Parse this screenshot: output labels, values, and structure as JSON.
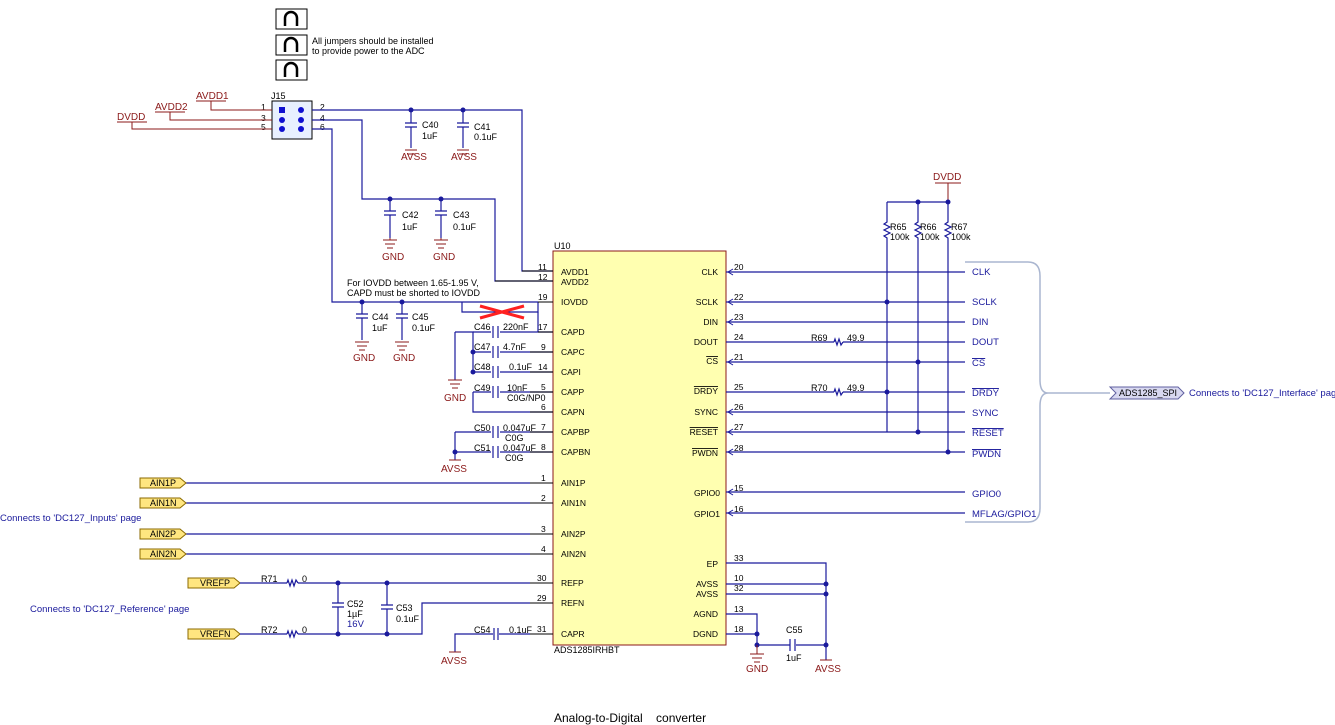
{
  "jumpers": {
    "note_line1": "All jumpers should be installed",
    "note_line2": "to provide power to the ADC",
    "ref": "J15",
    "pins": [
      "1",
      "2",
      "3",
      "4",
      "5",
      "6"
    ]
  },
  "power": {
    "avdd1": "AVDD1",
    "avdd2": "AVDD2",
    "dvdd_left": "DVDD",
    "dvdd_top": "DVDD",
    "avss": "AVSS",
    "gnd": "GND"
  },
  "caps": {
    "c40": {
      "ref": "C40",
      "val": "1uF"
    },
    "c41": {
      "ref": "C41",
      "val": "0.1uF"
    },
    "c42": {
      "ref": "C42",
      "val": "1uF"
    },
    "c43": {
      "ref": "C43",
      "val": "0.1uF"
    },
    "c44": {
      "ref": "C44",
      "val": "1uF"
    },
    "c45": {
      "ref": "C45",
      "val": "0.1uF"
    },
    "c46": {
      "ref": "C46",
      "val": "220nF"
    },
    "c47": {
      "ref": "C47",
      "val": "4.7nF"
    },
    "c48": {
      "ref": "C48",
      "val": "0.1uF"
    },
    "c49": {
      "ref": "C49",
      "val": "10nF",
      "val2": "C0G/NP0"
    },
    "c50": {
      "ref": "C50",
      "val": "0.047uF",
      "val2": "C0G"
    },
    "c51": {
      "ref": "C51",
      "val": "0.047uF",
      "val2": "C0G"
    },
    "c52": {
      "ref": "C52",
      "val": "1µF",
      "val2": "16V"
    },
    "c53": {
      "ref": "C53",
      "val": "0.1uF"
    },
    "c54": {
      "ref": "C54",
      "val": "0.1uF"
    },
    "c55": {
      "ref": "C55",
      "val": "1uF"
    }
  },
  "resistors": {
    "r65": {
      "ref": "R65",
      "val": "100k"
    },
    "r66": {
      "ref": "R66",
      "val": "100k"
    },
    "r67": {
      "ref": "R67",
      "val": "100k"
    },
    "r69": {
      "ref": "R69",
      "val": "49.9"
    },
    "r70": {
      "ref": "R70",
      "val": "49.9"
    },
    "r71": {
      "ref": "R71",
      "val": "0"
    },
    "r72": {
      "ref": "R72",
      "val": "0"
    }
  },
  "iovdd_note": {
    "line1": "For IOVDD between 1.65-1.95 V,",
    "line2": "CAPD must be shorted to IOVDD"
  },
  "ic": {
    "ref": "U10",
    "part": "ADS1285IRHBT",
    "left_pins": [
      {
        "num": "11",
        "name": "AVDD1"
      },
      {
        "num": "12",
        "name": "AVDD2"
      },
      {
        "num": "19",
        "name": "IOVDD"
      },
      {
        "num": "17",
        "name": "CAPD"
      },
      {
        "num": "9",
        "name": "CAPC"
      },
      {
        "num": "14",
        "name": "CAPI"
      },
      {
        "num": "5",
        "name": "CAPP"
      },
      {
        "num": "6",
        "name": "CAPN"
      },
      {
        "num": "7",
        "name": "CAPBP"
      },
      {
        "num": "8",
        "name": "CAPBN"
      },
      {
        "num": "1",
        "name": "AIN1P"
      },
      {
        "num": "2",
        "name": "AIN1N"
      },
      {
        "num": "3",
        "name": "AIN2P"
      },
      {
        "num": "4",
        "name": "AIN2N"
      },
      {
        "num": "30",
        "name": "REFP"
      },
      {
        "num": "29",
        "name": "REFN"
      },
      {
        "num": "31",
        "name": "CAPR"
      }
    ],
    "right_pins": [
      {
        "num": "20",
        "name": "CLK"
      },
      {
        "num": "22",
        "name": "SCLK"
      },
      {
        "num": "23",
        "name": "DIN"
      },
      {
        "num": "24",
        "name": "DOUT"
      },
      {
        "num": "21",
        "name": "CS"
      },
      {
        "num": "25",
        "name": "DRDY"
      },
      {
        "num": "26",
        "name": "SYNC"
      },
      {
        "num": "27",
        "name": "RESET"
      },
      {
        "num": "28",
        "name": "PWDN"
      },
      {
        "num": "15",
        "name": "GPIO0"
      },
      {
        "num": "16",
        "name": "GPIO1"
      },
      {
        "num": "33",
        "name": "EP"
      },
      {
        "num": "10",
        "name": "AVSS"
      },
      {
        "num": "32",
        "name": "AVSS"
      },
      {
        "num": "13",
        "name": "AGND"
      },
      {
        "num": "18",
        "name": "DGND"
      }
    ]
  },
  "nets_right": [
    "CLK",
    "SCLK",
    "DIN",
    "DOUT",
    "CS",
    "DRDY",
    "SYNC",
    "RESET",
    "PWDN",
    "GPIO0",
    "MFLAG/GPIO1"
  ],
  "ports_left": {
    "ain1p": "AIN1P",
    "ain1n": "AIN1N",
    "ain2p": "AIN2P",
    "ain2n": "AIN2N",
    "vrefp": "VREFP",
    "vrefn": "VREFN"
  },
  "spi_port": "ADS1285_SPI",
  "notes": {
    "interface": "Connects to 'DC127_Interface' page",
    "inputs": "Connects to 'DC127_Inputs' page",
    "reference": "Connects to 'DC127_Reference' page"
  },
  "footer": "Analog-to-Digital    converter",
  "colors": {
    "wire": "#1a1a9c",
    "power": "#8b1a1a",
    "ic_fill": "#ffffb0",
    "ic_stroke": "#8b1a1a",
    "port_fill": "#ffe680",
    "dnp": "#ff2020"
  }
}
